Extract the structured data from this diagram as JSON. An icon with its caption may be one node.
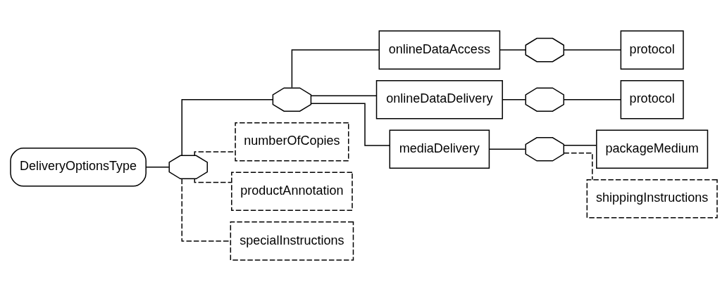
{
  "diagram": {
    "nodes": [
      {
        "text": [
          "DeliveryOptionsType"
        ]
      },
      {
        "text": [],
        "shape": "octagon"
      },
      {
        "text": [],
        "shape": "octagon"
      },
      {
        "text": [
          "onlineDataAccess"
        ]
      },
      {
        "text": [],
        "shape": "octagon"
      },
      {
        "text": [
          "protocol"
        ]
      },
      {
        "text": [
          "onlineDataDelivery"
        ]
      },
      {
        "text": [],
        "shape": "octagon"
      },
      {
        "text": [
          "protocol"
        ]
      },
      {
        "text": [
          "mediaDelivery"
        ]
      },
      {
        "text": [],
        "shape": "octagon"
      },
      {
        "text": [
          "packageMedium"
        ]
      },
      {
        "text": [
          "shippingInstructions"
        ]
      },
      {
        "text": [
          "numberOfCopies"
        ]
      },
      {
        "text": [
          "productAnnotation"
        ]
      },
      {
        "text": [
          "specialInstructions"
        ]
      }
    ],
    "edges": [
      {
        "from": 0,
        "to": 1,
        "arrow": "none"
      },
      {
        "from": 1,
        "to": 2,
        "arrow": "none"
      },
      {
        "from": 2,
        "to": 3,
        "arrow": "none"
      },
      {
        "from": 3,
        "to": 4,
        "arrow": "none"
      },
      {
        "from": 4,
        "to": 5,
        "arrow": "none"
      },
      {
        "from": 2,
        "to": 6,
        "arrow": "none"
      },
      {
        "from": 6,
        "to": 7,
        "arrow": "none"
      },
      {
        "from": 7,
        "to": 8,
        "arrow": "none"
      },
      {
        "from": 2,
        "to": 9,
        "arrow": "none"
      },
      {
        "from": 9,
        "to": 10,
        "arrow": "none"
      },
      {
        "from": 10,
        "to": 11,
        "arrow": "none"
      },
      {
        "from": 10,
        "to": 12,
        "arrow": "none",
        "style": "dashed"
      },
      {
        "from": 1,
        "to": 13,
        "arrow": "none",
        "style": "dashed"
      },
      {
        "from": 1,
        "to": 14,
        "arrow": "none",
        "style": "dashed"
      },
      {
        "from": 1,
        "to": 15,
        "arrow": "none",
        "style": "dashed"
      }
    ]
  }
}
